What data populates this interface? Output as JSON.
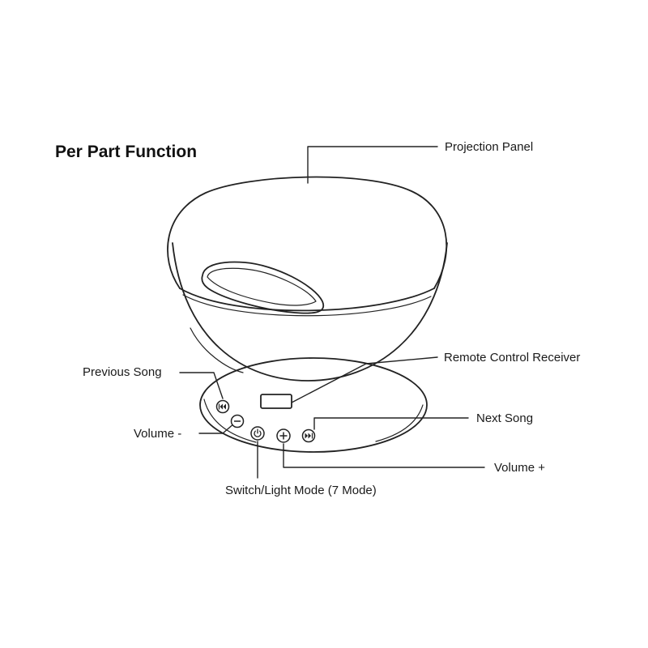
{
  "title": "Per Part Function",
  "labels": {
    "projection_panel": "Projection Panel",
    "remote_control_receiver": "Remote Control Receiver",
    "previous_song": "Previous Song",
    "next_song": "Next Song",
    "volume_minus": "Volume -",
    "volume_plus": "Volume +",
    "switch_light_mode": "Switch/Light Mode (7 Mode)"
  },
  "colors": {
    "line": "#222222",
    "background": "#ffffff"
  }
}
